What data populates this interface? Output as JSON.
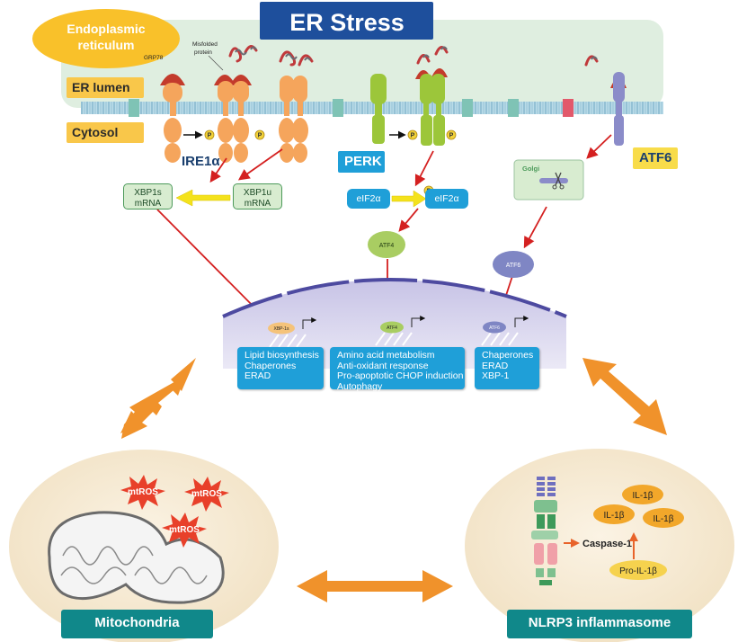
{
  "title": "ER Stress",
  "er_label": [
    "Endoplasmic",
    "reticulum"
  ],
  "er_lumen": "ER lumen",
  "cytosol": "Cytosol",
  "grp78": "GRP78",
  "misfolded": [
    "Misfolded",
    "protein"
  ],
  "sensors": {
    "ire1": "IRE1α",
    "perk": "PERK",
    "atf6": "ATF6"
  },
  "phospho": "P",
  "xbp1s": [
    "XBP1s",
    "mRNA"
  ],
  "xbp1u": [
    "XBP1u",
    "mRNA"
  ],
  "eif2a": "eIF2α",
  "atf4": "ATF4",
  "golgi": "Golgi",
  "atf6_frag": "ATF6",
  "nucleus_tf": {
    "xbp": "XBP-1s",
    "atf4": "ATF4",
    "atf6": "ATF6"
  },
  "outputs": {
    "ire1": [
      "Lipid biosynthesis",
      "Chaperones",
      "ERAD"
    ],
    "perk": [
      "Amino acid metabolism",
      "Anti-oxidant response",
      "Pro-apoptotic CHOP induction",
      "Autophagy"
    ],
    "atf6": [
      "Chaperones",
      "ERAD",
      "XBP-1"
    ]
  },
  "mitochondria": {
    "label": "Mitochondria",
    "ros": [
      "mtROS",
      "mtROS",
      "mtROS"
    ]
  },
  "nlrp3": {
    "label": "NLRP3 inflammasome",
    "caspase": "Caspase-1",
    "il1b": [
      "IL-1β",
      "IL-1β",
      "IL-1β"
    ],
    "pro": "Pro-IL-1β"
  },
  "colors": {
    "title_bg": "#1e4f9c",
    "er_bg": "#dfeee0",
    "blue_box": "#1f9fd8",
    "teal": "#10888a",
    "orange_arrow": "#f0922b",
    "red_arrow": "#d42020",
    "yellow_arrow": "#f4e21c",
    "ire1": "#f5a55c",
    "perk": "#9cc63a",
    "atf6": "#8b8cc9",
    "nucleus": "#cbc9e6"
  }
}
